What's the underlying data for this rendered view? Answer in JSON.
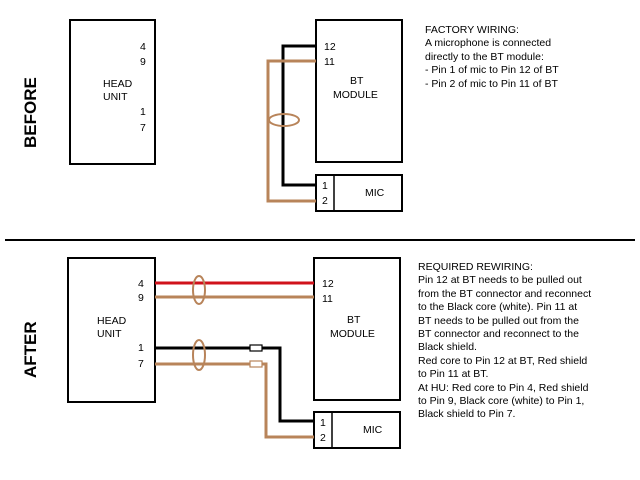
{
  "before": {
    "side_label": "BEFORE",
    "head_unit": {
      "line1": "HEAD",
      "line2": "UNIT",
      "pins": [
        "4",
        "9",
        "1",
        "7"
      ]
    },
    "bt_module": {
      "line1": "BT",
      "line2": "MODULE",
      "pins": [
        "12",
        "11"
      ]
    },
    "mic": {
      "label": "MIC",
      "pins": [
        "1",
        "2"
      ]
    },
    "notes": {
      "title": "FACTORY WIRING:",
      "lines": [
        "A microphone is connected",
        "directly to the BT module:",
        "- Pin 1 of mic to Pin 12 of BT",
        "- Pin 2 of mic to Pin 11 of BT"
      ]
    }
  },
  "after": {
    "side_label": "AFTER",
    "head_unit": {
      "line1": "HEAD",
      "line2": "UNIT",
      "pins": [
        "4",
        "9",
        "1",
        "7"
      ]
    },
    "bt_module": {
      "line1": "BT",
      "line2": "MODULE",
      "pins": [
        "12",
        "11"
      ]
    },
    "mic": {
      "label": "MIC",
      "pins": [
        "1",
        "2"
      ]
    },
    "notes": {
      "title": "REQUIRED REWIRING:",
      "lines": [
        "Pin 12 at BT needs to be pulled out",
        "from the BT connector and reconnect",
        "to the Black core (white). Pin 11 at",
        "BT needs to be pulled out from the",
        "BT connector and reconnect to the",
        "Black shield.",
        "Red core to Pin 12 at BT, Red shield",
        "to Pin 11 at BT.",
        "At HU: Red core to Pin 4, Red shield",
        "to Pin 9, Black core (white) to Pin 1,",
        "Black shield to Pin 7."
      ]
    }
  },
  "colors": {
    "red_core": "#d0121b",
    "shield": "#b8845a",
    "black_core": "#000000",
    "line": "#000000"
  }
}
